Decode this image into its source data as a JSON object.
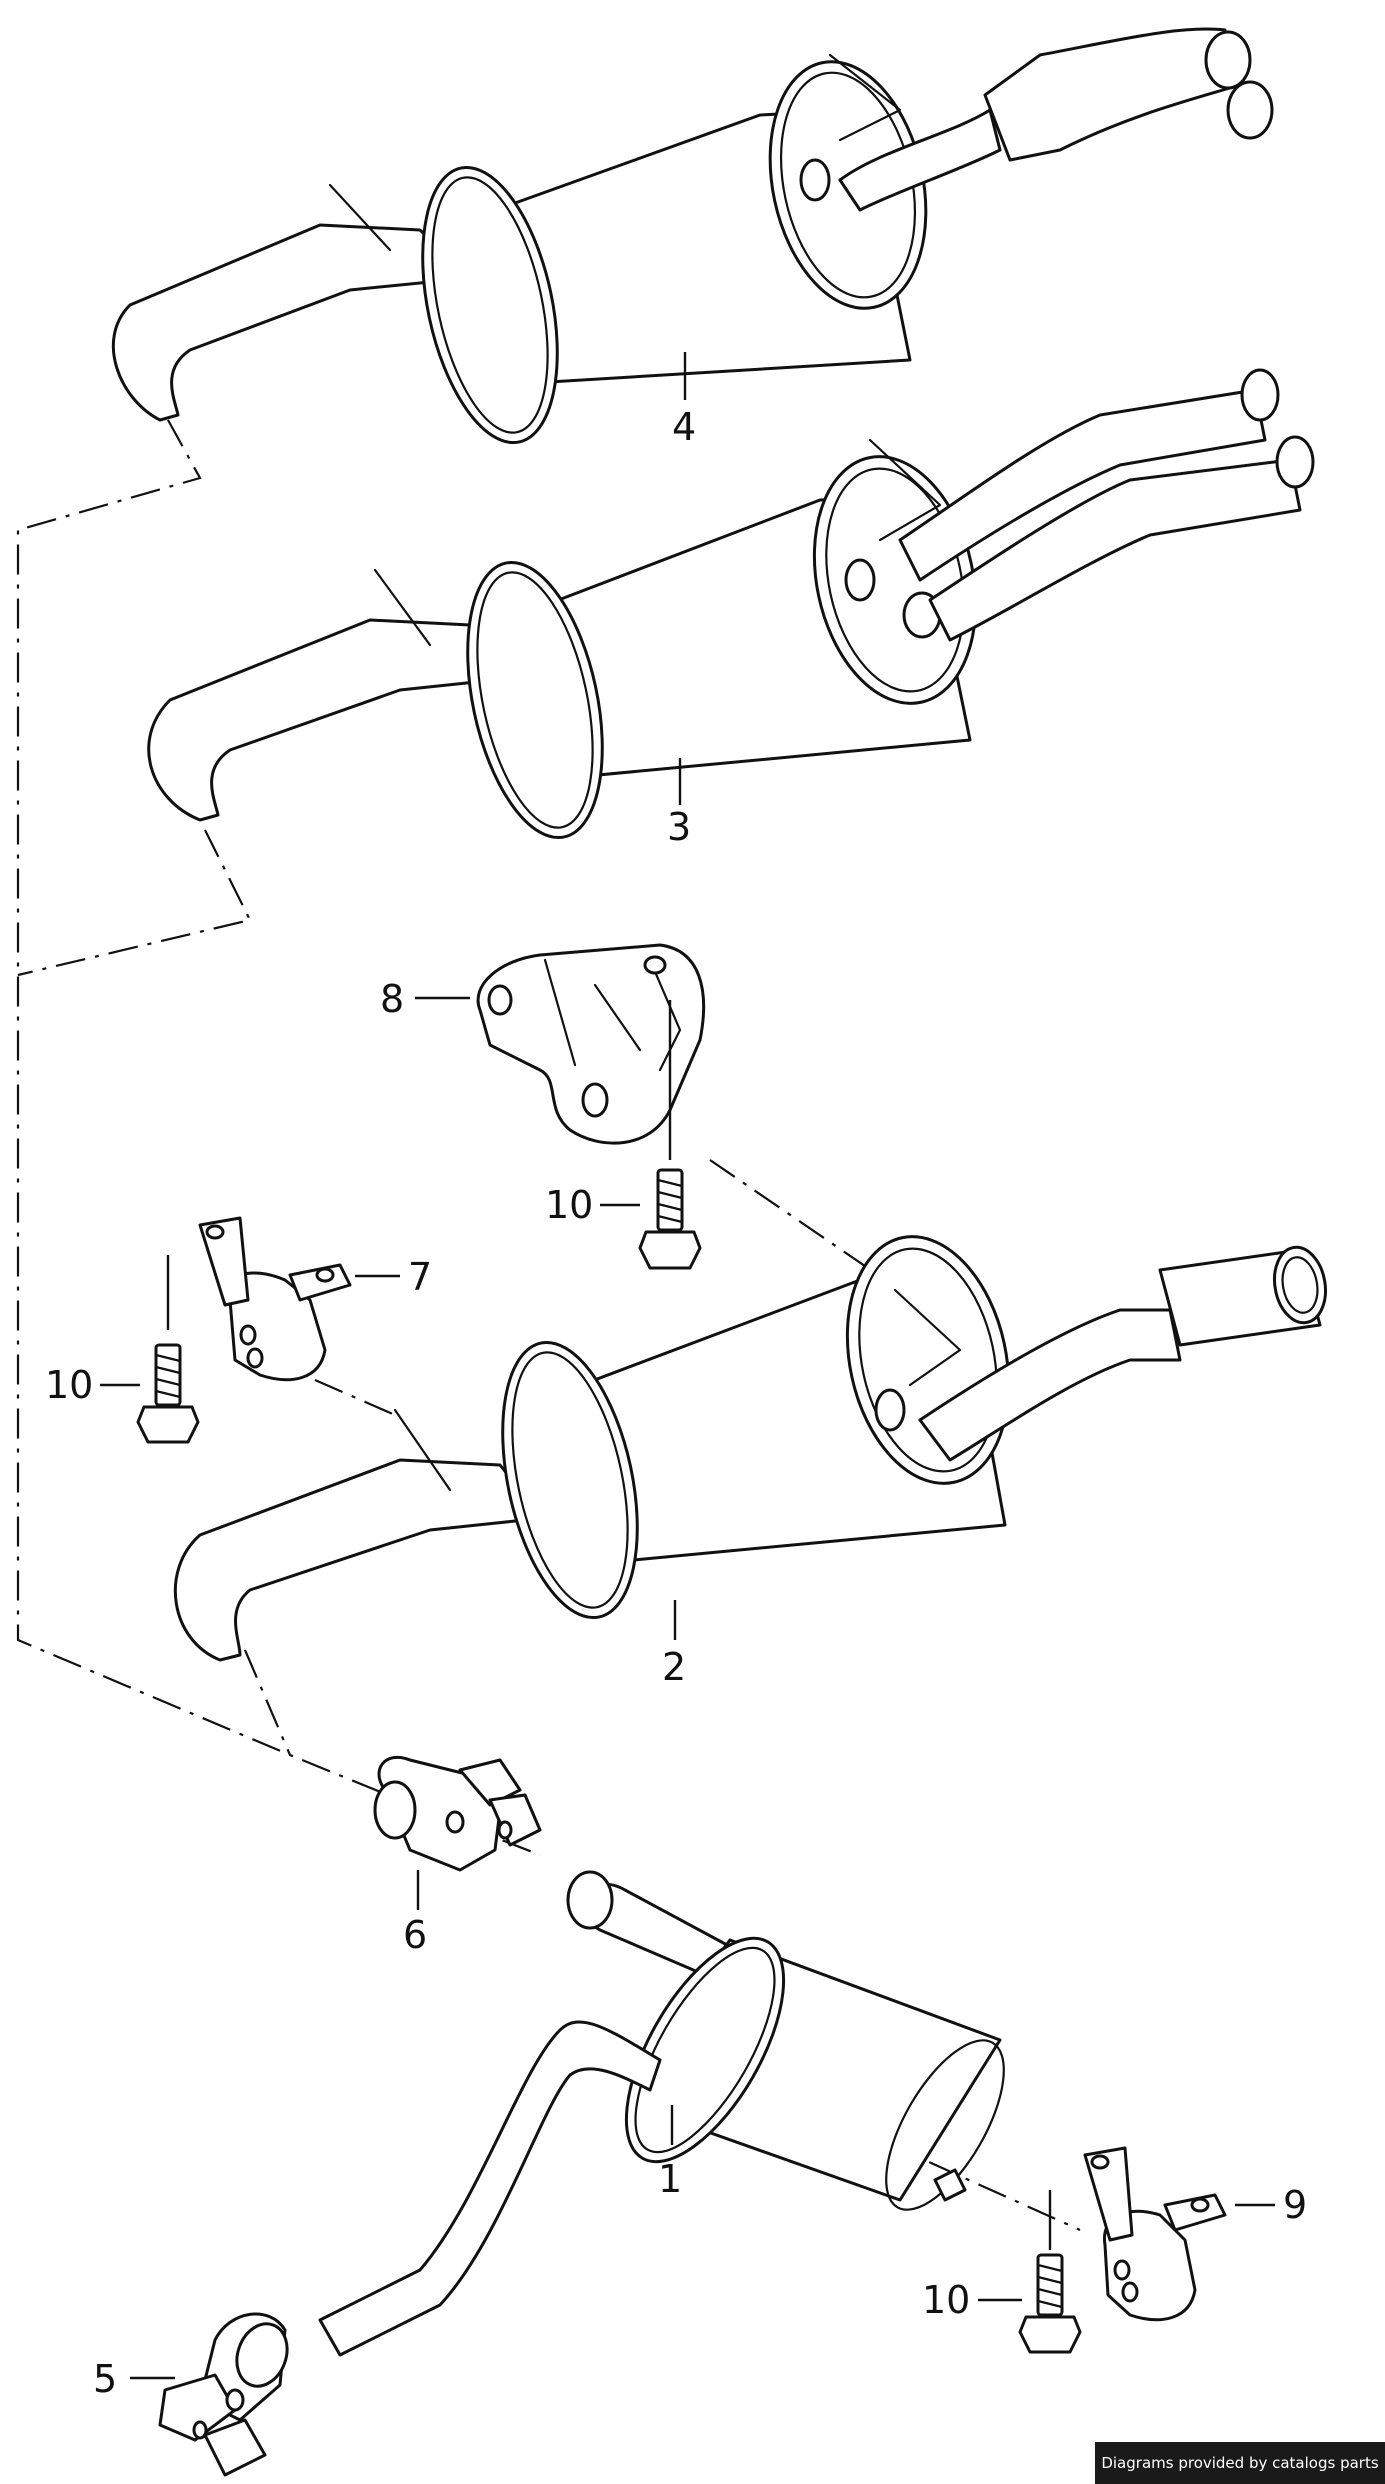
{
  "callouts": {
    "c1": "1",
    "c2": "2",
    "c3": "3",
    "c4": "4",
    "c5": "5",
    "c6": "6",
    "c7": "7",
    "c8": "8",
    "c9": "9",
    "c10a": "10",
    "c10b": "10",
    "c10c": "10"
  },
  "credit": "Diagrams provided by catalogs parts"
}
